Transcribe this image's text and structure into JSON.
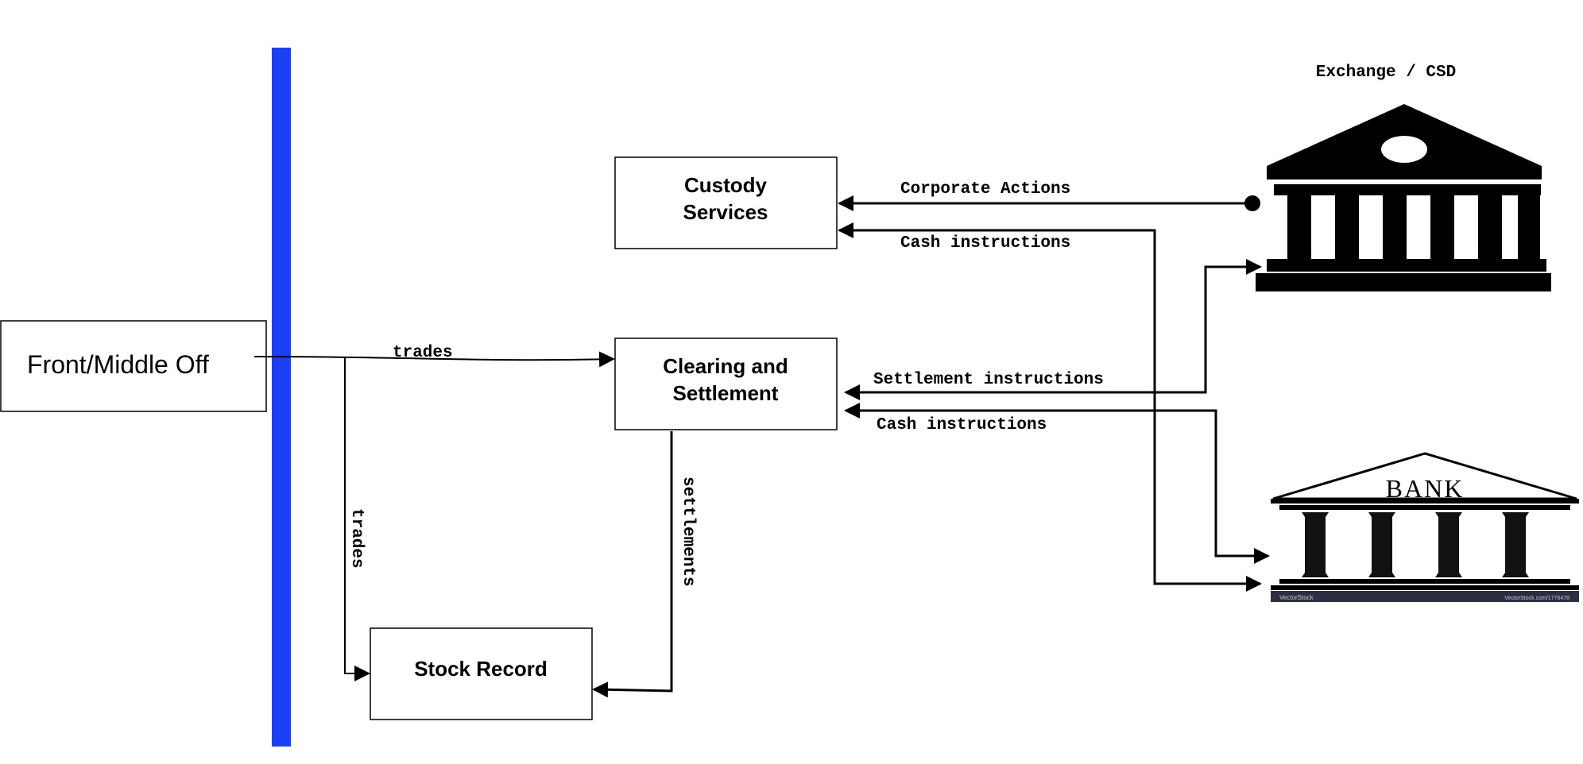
{
  "nodes": {
    "front_office": "Front/Middle Off",
    "custody_line1": "Custody",
    "custody_line2": "Services",
    "clearing_line1": "Clearing and",
    "clearing_line2": "Settlement",
    "stock_record": "Stock Record"
  },
  "edges": {
    "trades_to_clearing": "trades",
    "trades_to_stock": "trades",
    "settlements": "settlements",
    "corporate_actions": "Corporate Actions",
    "cash_instructions_custody": "Cash instructions",
    "settlement_instructions": "Settlement instructions",
    "cash_instructions_clearing": "Cash instructions"
  },
  "external": {
    "exchange_label": "Exchange / CSD",
    "bank_word": "BANK",
    "bank_watermark_left": "VectorStock",
    "bank_watermark_right": "VectorStock.com/1776478"
  },
  "colors": {
    "bus": "#1a3ff5",
    "line": "#000000",
    "bank_band": "#2b2f3f"
  }
}
